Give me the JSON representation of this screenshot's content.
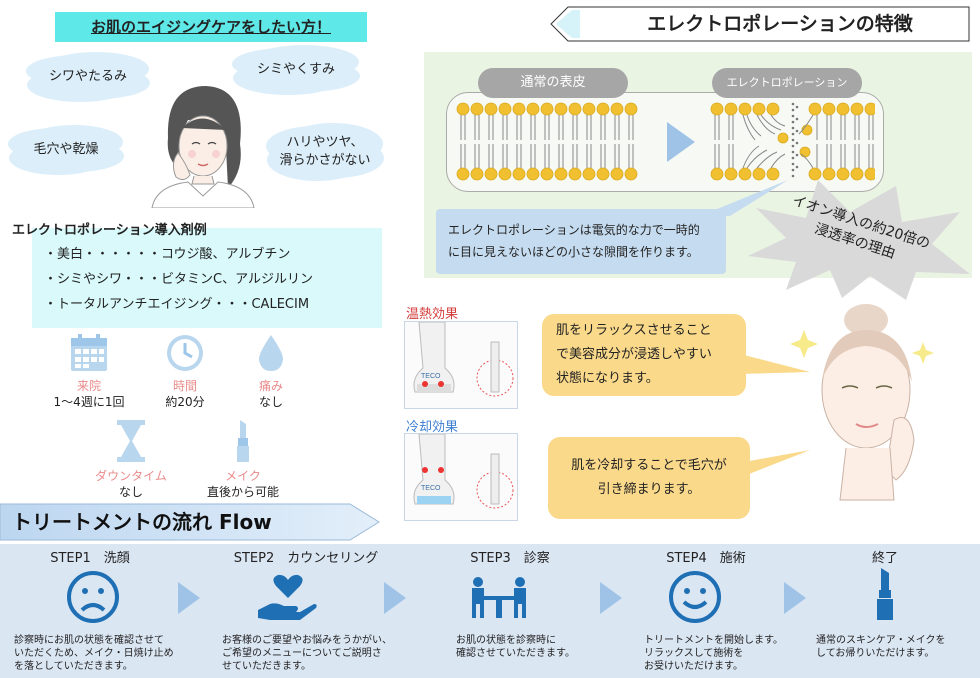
{
  "aging": {
    "title": "お肌のエイジングケアをしたい方！",
    "concerns": [
      "シワやたるみ",
      "シミやくすみ",
      "毛穴や乾燥",
      "ハリやツヤ、",
      "滑らかさがない"
    ]
  },
  "cases": {
    "title": "エレクトロポレーション導入剤例",
    "items": [
      "・美白・・・・・・コウジ酸、アルブチン",
      "・シミやシワ・・・ビタミンC、アルジルリン",
      "・トータルアンチエイジング・・・CALECIM"
    ]
  },
  "info": [
    {
      "label": "来院",
      "value": "1～4週に1回",
      "icon": "calendar-icon"
    },
    {
      "label": "時間",
      "value": "約20分",
      "icon": "clock-icon"
    },
    {
      "label": "痛み",
      "value": "なし",
      "icon": "drop-icon"
    },
    {
      "label": "ダウンタイム",
      "value": "なし",
      "icon": "hourglass-icon"
    },
    {
      "label": "メイク",
      "value": "直後から可能",
      "icon": "lipstick-icon"
    }
  ],
  "feature": {
    "title": "エレクトロポレーションの特徴",
    "normal_label": "通常の表皮",
    "electro_label": "エレクトロポレーション",
    "explain_line1": "エレクトロポレーションは電気的な力で一時的",
    "explain_line2": "に目に見えないほどの小さな隙間を作ります。",
    "burst_line1": "イオン導入の約20倍の",
    "burst_line2": "浸透率の理由"
  },
  "effects": {
    "warm_label": "温熱効果",
    "cool_label": "冷却効果",
    "device_brand": "TECO",
    "warm_bubble": [
      "肌をリラックスさせること",
      "で美容成分が浸透しやすい",
      "状態になります。"
    ],
    "cool_bubble": [
      "肌を冷却することで毛穴が",
      "引き締まります。"
    ]
  },
  "flow": {
    "title": "トリートメントの流れ Flow",
    "steps": [
      {
        "title": "STEP1　洗顔",
        "icon": "sad-face-icon",
        "desc": [
          "診察時にお肌の状態を確認させて",
          "いただくため、メイク・日焼け止め",
          "を落としていただきます。"
        ]
      },
      {
        "title": "STEP2　カウンセリング",
        "icon": "heart-hand-icon",
        "desc": [
          "お客様のご要望やお悩みをうかがい、",
          "ご希望のメニューについてご説明さ",
          "せていただきます。"
        ]
      },
      {
        "title": "STEP3　診察",
        "icon": "consultation-icon",
        "desc": [
          "お肌の状態を診察時に",
          "確認させていただきます。"
        ]
      },
      {
        "title": "STEP4　施術",
        "icon": "smile-face-icon",
        "desc": [
          "トリートメントを開始します。",
          "リラックスして施術を",
          "お受けいただけます。"
        ]
      },
      {
        "title": "終了",
        "icon": "lipstick-icon",
        "desc": [
          "通常のスキンケア・メイクを",
          "してお帰りいただけます。"
        ]
      }
    ]
  },
  "colors": {
    "accent_cyan": "#5ee8e8",
    "light_cyan": "#d9f9fb",
    "icon_blue": "#1f6fb5",
    "flow_bg": "#dbe6f3",
    "bubble": "#fad98b"
  }
}
